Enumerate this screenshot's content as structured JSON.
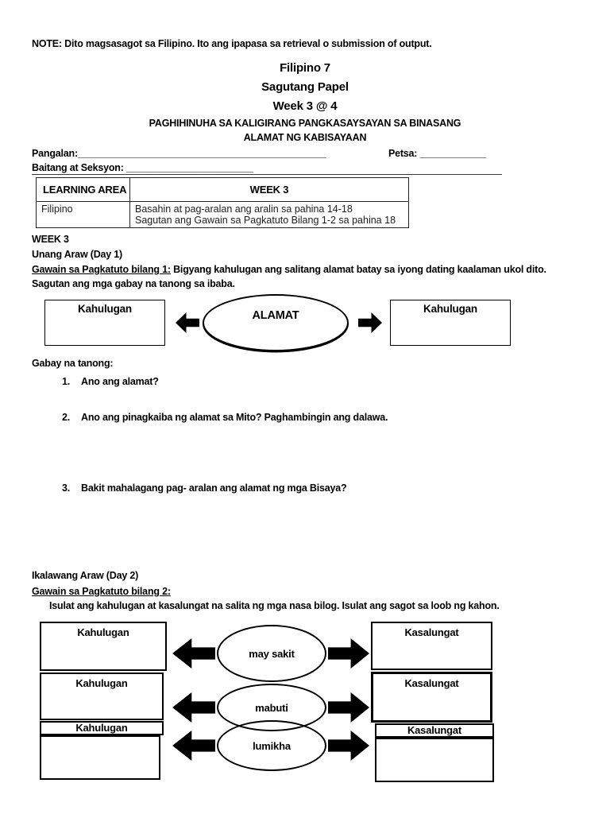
{
  "note": "NOTE: Dito magsasagot sa Filipino. Ito ang ipapasa sa retrieval o submission of output.",
  "header": {
    "line1": "Filipino 7",
    "line2": "Sagutang Papel",
    "line3": "Week 3 @ 4",
    "sub1": "PAGHIHINUHA SA KALIGIRANG PANGKASAYSAYAN SA BINASANG",
    "sub2": "ALAMAT NG KABISAYAAN"
  },
  "form": {
    "name_label": "Pangalan:",
    "name_blank": "_____________________________________________",
    "date_label": "Petsa:",
    "date_blank": "____________",
    "section_label": "Baitang at Seksyon:",
    "section_blank": "_______________________"
  },
  "table": {
    "col1_header": "LEARNING AREA",
    "col2_header": "WEEK 3",
    "subject": "Filipino",
    "task1": "Basahin at pag-aralan ang aralin sa pahina 14-18",
    "task2": "Sagutan ang Gawain sa Pagkatuto Bilang 1-2 sa pahina 18"
  },
  "week_heading": "WEEK 3",
  "day1": {
    "heading": "Unang Araw (Day 1)",
    "activity_label": "Gawain sa Pagkatuto bilang 1:",
    "activity_text": "Bigyang kahulugan ang salitang alamat batay sa iyong dating kaalaman ukol dito.",
    "activity_text2": "Sagutan ang mga gabay na tanong sa ibaba.",
    "map": {
      "left": "Kahulugan",
      "center": "ALAMAT",
      "right": "Kahulugan"
    },
    "questions_label": "Gabay na tanong:",
    "questions": [
      {
        "num": "1.",
        "text": "Ano ang alamat?"
      },
      {
        "num": "2.",
        "text": "Ano ang pinagkaiba ng alamat sa Mito? Paghambingin ang dalawa."
      },
      {
        "num": "3.",
        "text": "Bakit mahalagang pag- aralan ang alamat ng mga Bisaya?"
      }
    ]
  },
  "day2": {
    "heading": "Ikalawang  Araw (Day 2)",
    "activity_label": "Gawain sa Pagkatuto bilang 2:",
    "instruction": "Isulat ang kahulugan at kasalungat na salita ng mga nasa bilog. Isulat ang sagot sa loob ng kahon.",
    "rows": [
      {
        "left": "Kahulugan",
        "center": "may sakit",
        "right": "Kasalungat"
      },
      {
        "left": "Kahulugan",
        "center": "mabuti",
        "right": "Kasalungat"
      },
      {
        "left": "Kahulugan",
        "center": "lumikha",
        "right": "Kasalungat"
      }
    ]
  }
}
